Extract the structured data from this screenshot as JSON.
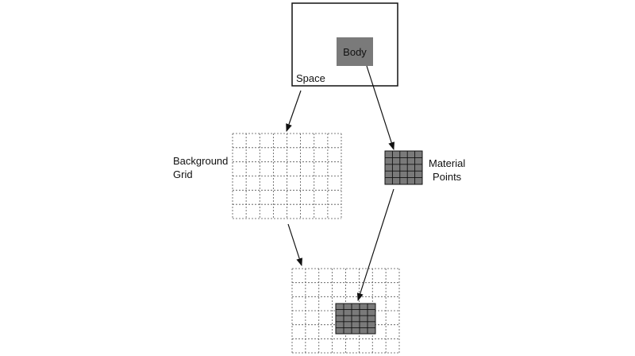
{
  "labels": {
    "space": "Space",
    "body": "Body",
    "background_grid_line1": "Background",
    "background_grid_line2": "Grid",
    "material_points_line1": "Material",
    "material_points_line2": "Points"
  },
  "colors": {
    "stroke": "#111111",
    "body_fill": "#7a7a7a",
    "grid_dash": "#555555",
    "background": "#ffffff"
  }
}
